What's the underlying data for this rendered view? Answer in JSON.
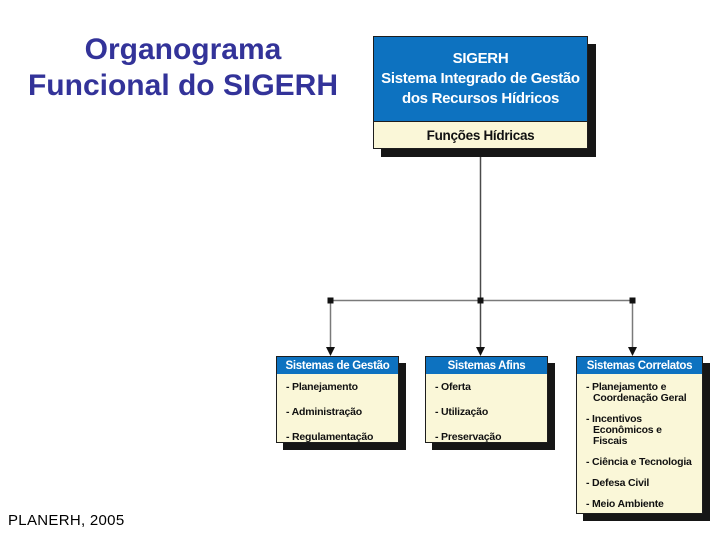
{
  "slide": {
    "title": {
      "line1": "Organograma",
      "line2": "Funcional do SIGERH"
    },
    "footer": "PLANERH, 2005"
  },
  "diagram": {
    "root": {
      "name": "SIGERH",
      "subtitle1": "Sistema Integrado de Gestão",
      "subtitle2": "dos Recursos Hídricos",
      "band": "Funções Hídricas"
    },
    "children": [
      {
        "header": "Sistemas de Gestão",
        "items": [
          "- Planejamento",
          "- Administração",
          "- Regulamentação"
        ]
      },
      {
        "header": "Sistemas Afins",
        "items": [
          "- Oferta",
          "- Utilização",
          "- Preservação"
        ]
      },
      {
        "header": "Sistemas Correlatos",
        "items": [
          "- Planejamento e Coordenação Geral",
          "- Incentivos Econômicos e Fiscais",
          "- Ciência e Tecnologia",
          "- Defesa Civil",
          "- Meio Ambiente"
        ]
      }
    ]
  },
  "colors": {
    "title_text": "#333399",
    "box_header_blue": "#0d72c0",
    "box_body_cream": "#faf7d8",
    "shadow_black": "#161616",
    "connector_gray": "#6e6e6e",
    "background": "#ffffff"
  }
}
